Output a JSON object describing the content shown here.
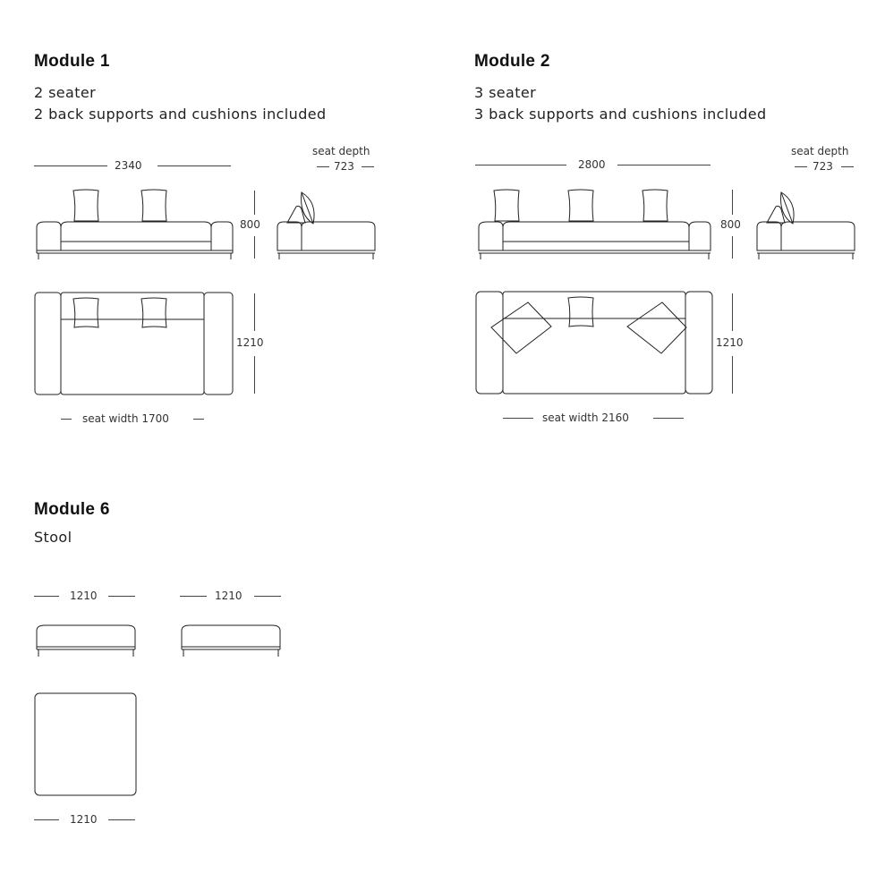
{
  "modules": [
    {
      "title": "Module 1",
      "lines": [
        "2 seater",
        "2 back supports and cushions included"
      ],
      "front_width": "2340",
      "height": "800",
      "seat_depth_label": "seat depth",
      "seat_depth": "723",
      "plan_depth": "1210",
      "seat_width_label": "seat width 1700"
    },
    {
      "title": "Module 2",
      "lines": [
        "3 seater",
        "3 back supports and cushions included"
      ],
      "front_width": "2800",
      "height": "800",
      "seat_depth_label": "seat depth",
      "seat_depth": "723",
      "plan_depth": "1210",
      "seat_width_label": "seat width 2160"
    },
    {
      "title": "Module 6",
      "lines": [
        "Stool"
      ],
      "front_width": "1210",
      "side_width": "1210",
      "plan_width": "1210"
    }
  ]
}
